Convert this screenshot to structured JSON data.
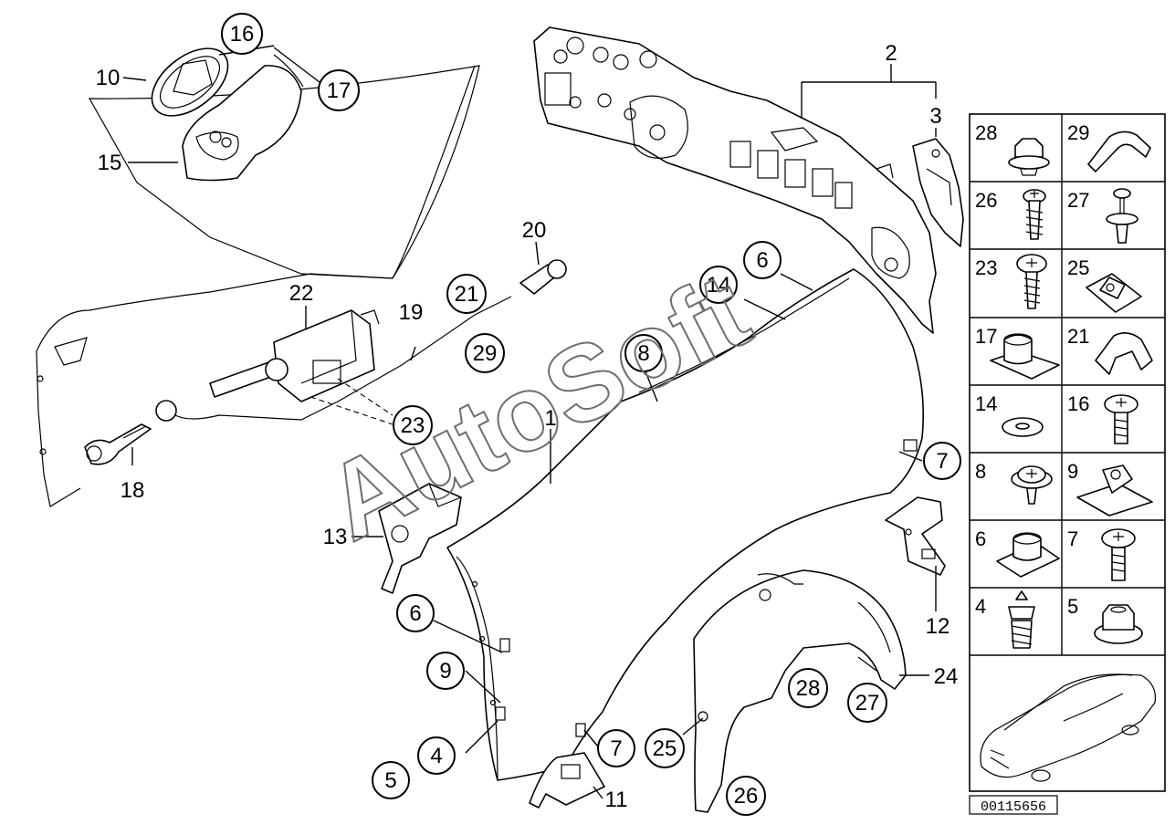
{
  "diagram": {
    "reference_number": "00115656",
    "watermark": "AutoSoft",
    "labels": [
      {
        "id": "lbl-1",
        "text": "1",
        "circled": false
      },
      {
        "id": "lbl-2",
        "text": "2",
        "circled": false
      },
      {
        "id": "lbl-3",
        "text": "3",
        "circled": false
      },
      {
        "id": "lbl-4",
        "text": "4",
        "circled": true
      },
      {
        "id": "lbl-5",
        "text": "5",
        "circled": true
      },
      {
        "id": "lbl-6a",
        "text": "6",
        "circled": true
      },
      {
        "id": "lbl-6b",
        "text": "6",
        "circled": true
      },
      {
        "id": "lbl-7a",
        "text": "7",
        "circled": true
      },
      {
        "id": "lbl-7b",
        "text": "7",
        "circled": true
      },
      {
        "id": "lbl-8",
        "text": "8",
        "circled": true
      },
      {
        "id": "lbl-9",
        "text": "9",
        "circled": true
      },
      {
        "id": "lbl-10",
        "text": "10",
        "circled": false
      },
      {
        "id": "lbl-11",
        "text": "11",
        "circled": false
      },
      {
        "id": "lbl-12",
        "text": "12",
        "circled": false
      },
      {
        "id": "lbl-13",
        "text": "13",
        "circled": false
      },
      {
        "id": "lbl-14",
        "text": "14",
        "circled": true
      },
      {
        "id": "lbl-15",
        "text": "15",
        "circled": false
      },
      {
        "id": "lbl-16",
        "text": "16",
        "circled": true
      },
      {
        "id": "lbl-17",
        "text": "17",
        "circled": true
      },
      {
        "id": "lbl-18",
        "text": "18",
        "circled": false
      },
      {
        "id": "lbl-19",
        "text": "19",
        "circled": false
      },
      {
        "id": "lbl-20",
        "text": "20",
        "circled": false
      },
      {
        "id": "lbl-21",
        "text": "21",
        "circled": true
      },
      {
        "id": "lbl-22",
        "text": "22",
        "circled": false
      },
      {
        "id": "lbl-23",
        "text": "23",
        "circled": true
      },
      {
        "id": "lbl-24",
        "text": "24",
        "circled": false
      },
      {
        "id": "lbl-25",
        "text": "25",
        "circled": true
      },
      {
        "id": "lbl-26",
        "text": "26",
        "circled": true
      },
      {
        "id": "lbl-27",
        "text": "27",
        "circled": true
      },
      {
        "id": "lbl-28",
        "text": "28",
        "circled": true
      },
      {
        "id": "lbl-29",
        "text": "29",
        "circled": true
      }
    ],
    "fastener_grid": [
      {
        "left": "28",
        "right": "29"
      },
      {
        "left": "26",
        "right": "27"
      },
      {
        "left": "23",
        "right": "25"
      },
      {
        "left": "17",
        "right": "21"
      },
      {
        "left": "14",
        "right": "16"
      },
      {
        "left": "8",
        "right": "9"
      },
      {
        "left": "6",
        "right": "7"
      },
      {
        "left": "4",
        "right": "5"
      }
    ]
  }
}
